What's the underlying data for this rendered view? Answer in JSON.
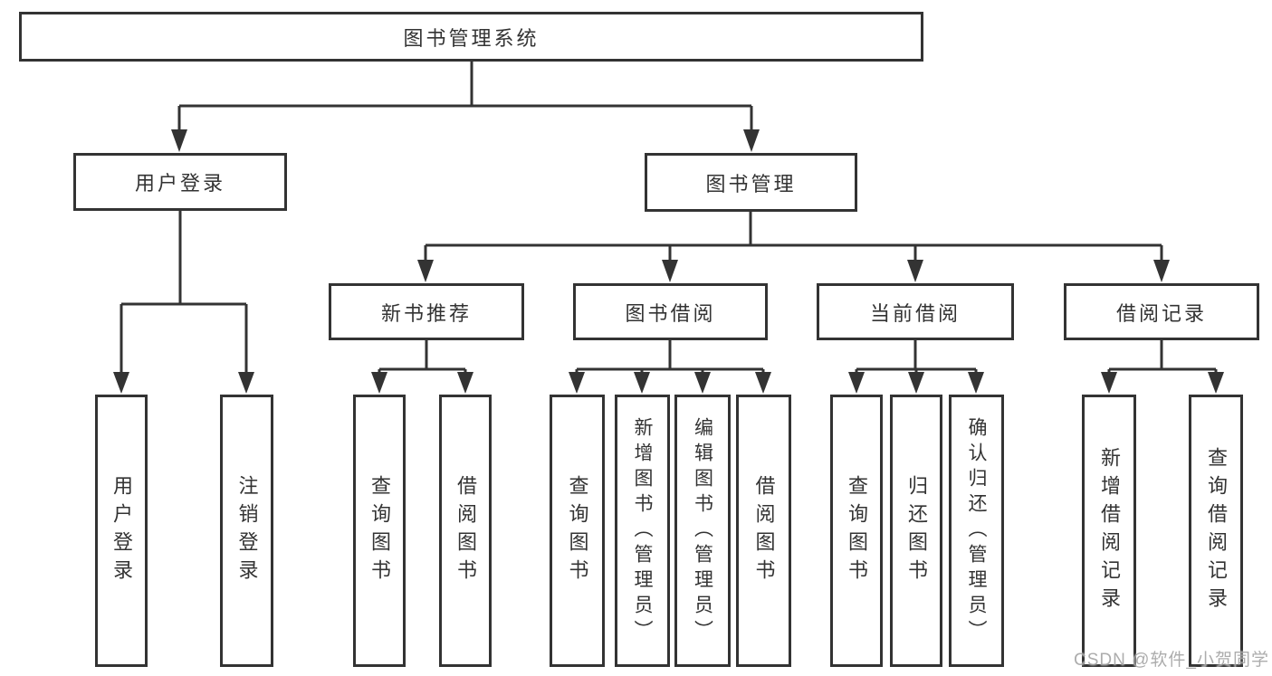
{
  "diagram": {
    "root": {
      "label": "图书管理系统"
    },
    "user_branch": {
      "label": "用户登录",
      "children": [
        {
          "label": "用户登录"
        },
        {
          "label": "注销登录"
        }
      ]
    },
    "book_branch": {
      "label": "图书管理",
      "children": [
        {
          "label": "新书推荐",
          "children": [
            {
              "label": "查询图书"
            },
            {
              "label": "借阅图书"
            }
          ]
        },
        {
          "label": "图书借阅",
          "children": [
            {
              "label": "查询图书"
            },
            {
              "label": "新增图书（管理员）"
            },
            {
              "label": "编辑图书（管理员）"
            },
            {
              "label": "借阅图书"
            }
          ]
        },
        {
          "label": "当前借阅",
          "children": [
            {
              "label": "查询图书"
            },
            {
              "label": "归还图书"
            },
            {
              "label": "确认归还（管理员）"
            }
          ]
        },
        {
          "label": "借阅记录",
          "children": [
            {
              "label": "新增借阅记录"
            },
            {
              "label": "查询借阅记录"
            }
          ]
        }
      ]
    }
  },
  "watermark": {
    "text": "CSDN @软件_小贺同学"
  },
  "colors": {
    "line": "#333333",
    "text": "#333333",
    "box_background": "#ffffff",
    "watermark": "#9e9e9e",
    "page_background": "#ffffff"
  }
}
